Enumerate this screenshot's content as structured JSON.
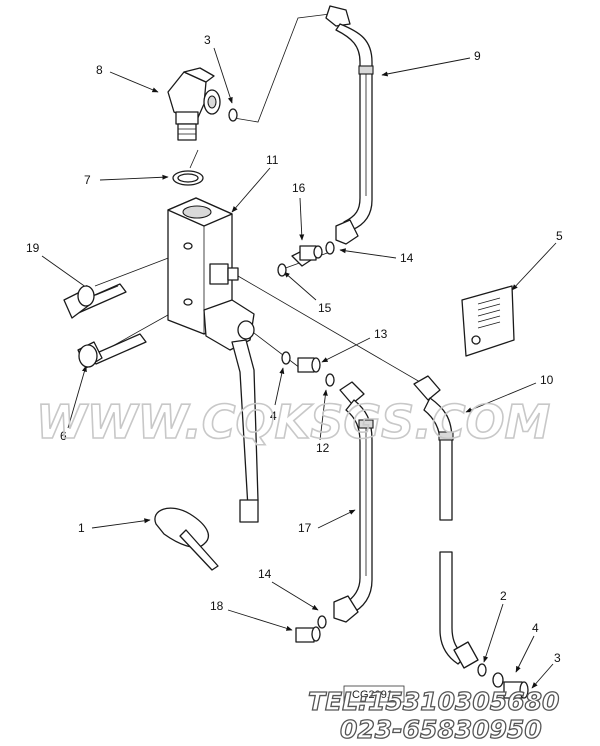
{
  "diagram": {
    "callouts": [
      {
        "id": "c3a",
        "label": "3"
      },
      {
        "id": "c8",
        "label": "8"
      },
      {
        "id": "c9",
        "label": "9"
      },
      {
        "id": "c7",
        "label": "7"
      },
      {
        "id": "c11",
        "label": "11"
      },
      {
        "id": "c16",
        "label": "16"
      },
      {
        "id": "c19",
        "label": "19"
      },
      {
        "id": "c14a",
        "label": "14"
      },
      {
        "id": "c5",
        "label": "5"
      },
      {
        "id": "c15",
        "label": "15"
      },
      {
        "id": "c13",
        "label": "13"
      },
      {
        "id": "c10",
        "label": "10"
      },
      {
        "id": "c4a",
        "label": "4"
      },
      {
        "id": "c6",
        "label": "6"
      },
      {
        "id": "c12",
        "label": "12"
      },
      {
        "id": "c1",
        "label": "1"
      },
      {
        "id": "c17",
        "label": "17"
      },
      {
        "id": "c14b",
        "label": "14"
      },
      {
        "id": "c18",
        "label": "18"
      },
      {
        "id": "c2",
        "label": "2"
      },
      {
        "id": "c4b",
        "label": "4"
      },
      {
        "id": "c3b",
        "label": "3"
      }
    ],
    "reference_code": "CG2091"
  },
  "watermark": {
    "site": "WWW.CQKSGS.COM",
    "phone": "TEL:15310305680",
    "phone2": "023-65830950"
  }
}
